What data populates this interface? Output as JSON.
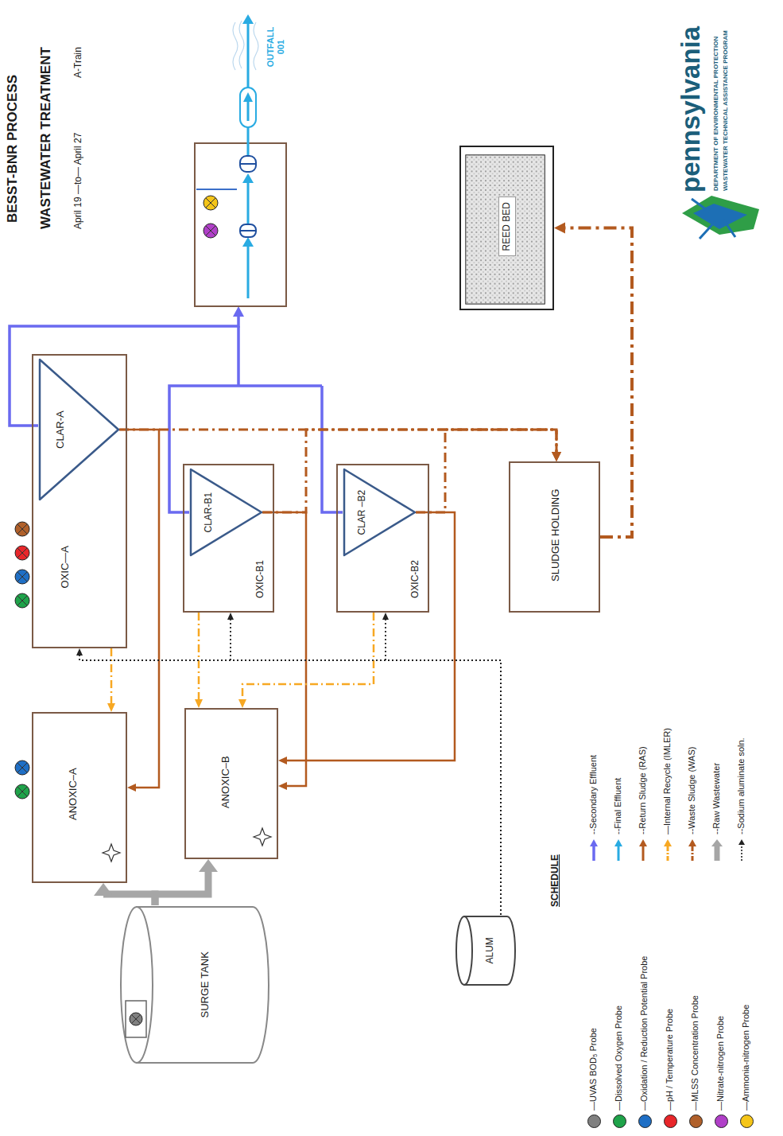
{
  "diagram": {
    "title": "BESST-BNR PROCESS",
    "nodes": [
      {
        "text": [
          "SURGE TANK"
        ]
      },
      {
        "text": [
          "ANOXIC–A"
        ]
      },
      {
        "text": [
          "OXIC—A"
        ]
      },
      {
        "text": [
          "CLAR-A"
        ],
        "in": 2
      },
      {
        "text": [
          "ANOXIC–B"
        ]
      },
      {
        "text": [
          "OXIC-B1"
        ]
      },
      {
        "text": [
          "CLAR-B1"
        ],
        "in": 5
      },
      {
        "text": [
          "OXIC-B2"
        ]
      },
      {
        "text": [
          "CLAR –B2"
        ],
        "in": 7
      },
      {
        "text": [
          "SLUDGE HOLDING"
        ]
      },
      {
        "text": [
          "REED BED"
        ]
      },
      {
        "text": [
          "ALUM"
        ]
      }
    ],
    "edges": [
      {
        "from": 0,
        "to": 1,
        "arrow": "to"
      },
      {
        "from": 0,
        "to": 4,
        "arrow": "to"
      },
      {
        "from": 3,
        "to": 1,
        "arrow": "to"
      },
      {
        "from": 6,
        "to": 4,
        "arrow": "to"
      },
      {
        "from": 8,
        "to": 4,
        "arrow": "to"
      },
      {
        "from": 2,
        "to": 1,
        "arrow": "to"
      },
      {
        "from": 5,
        "to": 4,
        "arrow": "to"
      },
      {
        "from": 7,
        "to": 4,
        "arrow": "to"
      },
      {
        "from": 3,
        "to": 9,
        "arrow": "to"
      },
      {
        "from": 6,
        "to": 9,
        "arrow": "to"
      },
      {
        "from": 8,
        "to": 9,
        "arrow": "to"
      },
      {
        "from": 9,
        "to": 10,
        "arrow": "to"
      },
      {
        "from": 11,
        "to": 2,
        "arrow": "to"
      },
      {
        "from": 11,
        "to": 5,
        "arrow": "to"
      },
      {
        "from": 11,
        "to": 7,
        "arrow": "to"
      }
    ],
    "labels": [
      "WASTEWATER TREATMENT",
      "April 19 —to— April 27",
      "A-Train",
      "OUTFALL 001",
      "SCHEDULE",
      "pennsylvania",
      "DEPARTMENT OF ENVIRONMENTAL PROTECTION",
      "WASTEWATER TECHNICAL ASSISTANCE PROGRAM"
    ],
    "legend": [
      {
        "text": "—UVAS BOD₅ Probe",
        "color": "#808080"
      },
      {
        "text": "—Dissolved Oxygen Probe",
        "color": "#1fa34a"
      },
      {
        "text": "—Oxidation / Reduction Potential Probe",
        "color": "#1f6fc5"
      },
      {
        "text": "—pH / Temperature Probe",
        "color": "#e8262a"
      },
      {
        "text": "—MLSS Concentration Probe",
        "color": "#b0602a"
      },
      {
        "text": "—Nitrate-nitrogen Probe",
        "color": "#b03fc8"
      },
      {
        "text": "—Ammonia-nitrogen Probe",
        "color": "#f5c518"
      },
      {
        "text": "--Secondary Effluent"
      },
      {
        "text": "--Final Effluent"
      },
      {
        "text": "--Return Sludge (RAS)"
      },
      {
        "text": "—Internal Recycle (IMLER)"
      },
      {
        "text": "--Waste Sludge (WAS)"
      },
      {
        "text": "--Raw Wastewater"
      },
      {
        "text": "--Sodium aluminate soln."
      }
    ]
  }
}
